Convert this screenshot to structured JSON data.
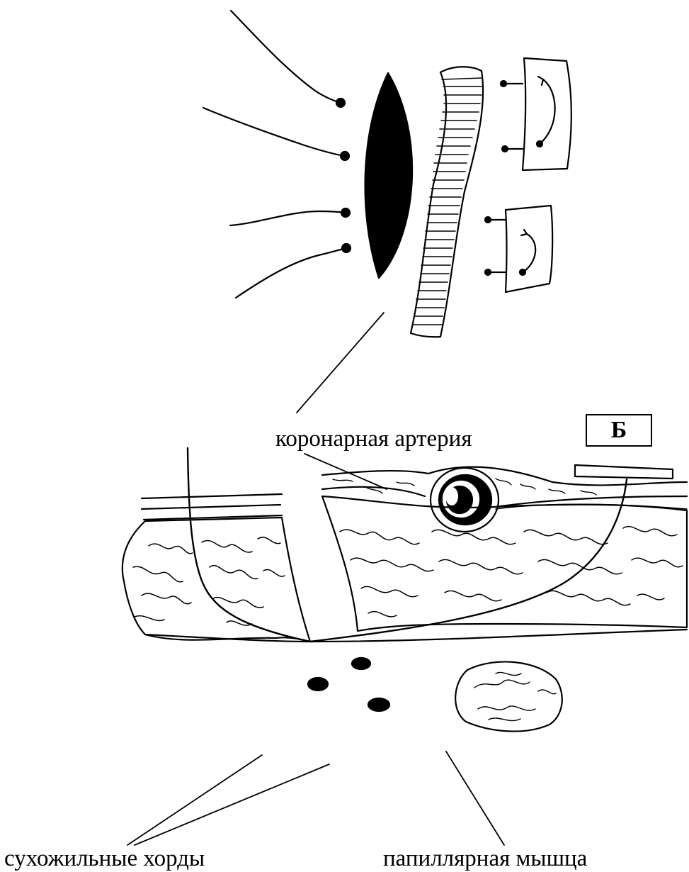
{
  "labels": {
    "coronary_artery": "коронарная артерия",
    "panel_letter": "Б",
    "chordae_tendineae": "сухожильные хорды",
    "papillary_muscle": "папиллярная мышца"
  },
  "colors": {
    "ink": "#000000",
    "paper": "#ffffff"
  }
}
